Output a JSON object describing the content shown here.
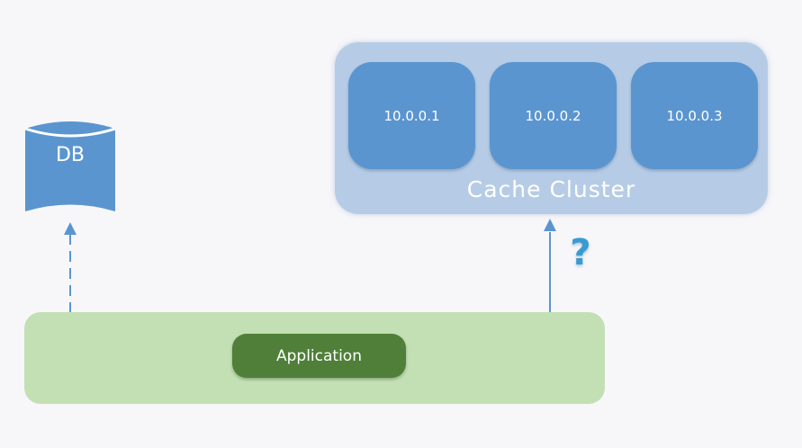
{
  "db": {
    "label": "DB"
  },
  "cache_cluster": {
    "label": "Cache Cluster",
    "nodes": [
      {
        "ip": "10.0.0.1"
      },
      {
        "ip": "10.0.0.2"
      },
      {
        "ip": "10.0.0.3"
      }
    ]
  },
  "application": {
    "label": "Application"
  },
  "unknown_marker": {
    "symbol": "?"
  },
  "colors": {
    "node_blue": "#5b95cf",
    "cluster_blue": "#b6cce6",
    "app_green": "#4f7f38",
    "band_green": "#c2e0b4",
    "arrow_blue": "#5b95cf",
    "question_blue": "#3a9bd0"
  }
}
